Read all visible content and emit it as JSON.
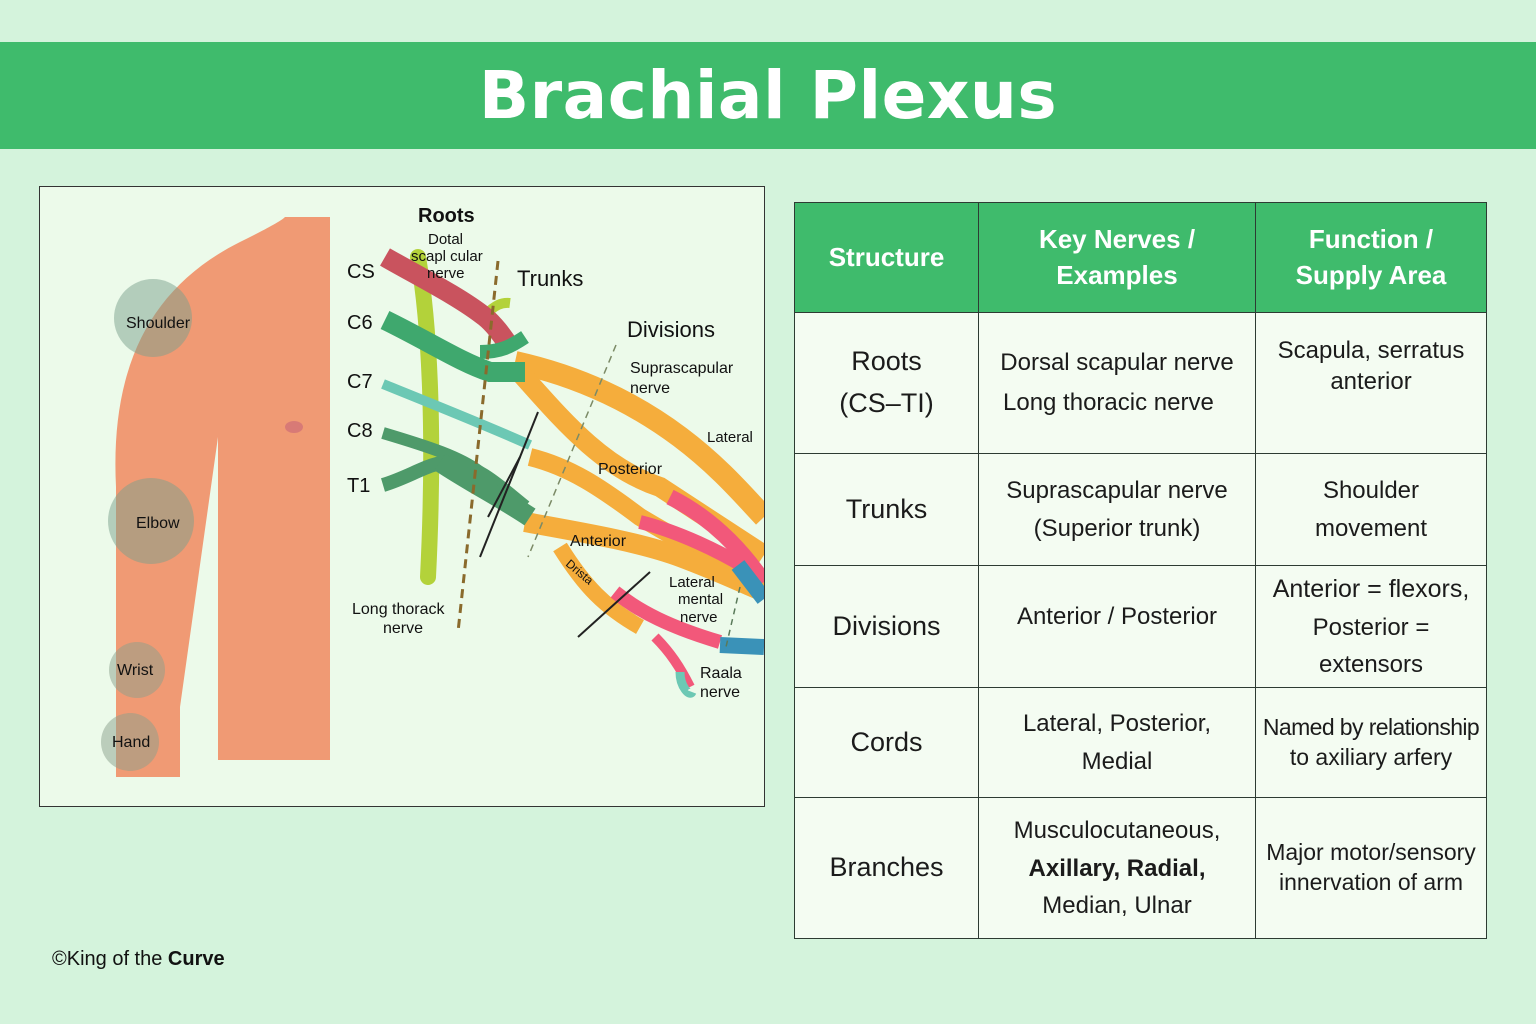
{
  "title": "Brachial Plexus",
  "copyright": {
    "prefix": "©King of the ",
    "brand": "Curve"
  },
  "body_regions": [
    "Shoulder",
    "Elbow",
    "Wrist",
    "Hand"
  ],
  "roots": [
    "CS",
    "C6",
    "C7",
    "C8",
    "T1"
  ],
  "diagram_labels": {
    "roots_heading": "Roots",
    "dorsal_scapular_line1": "Dotal",
    "dorsal_scapular_line2": "scapl cular",
    "dorsal_scapular_line3": "nerve",
    "trunks": "Trunks",
    "divisions": "Divisions",
    "suprascapular_line1": "Suprascapular",
    "suprascapular_line2": "nerve",
    "lateral": "Lateral",
    "posterior": "Posterior",
    "anterior": "Anterior",
    "drista": "Drista",
    "lateral_mental_line1": "Lateral",
    "lateral_mental_line2": "mental",
    "lateral_mental_line3": "nerve",
    "raala_line1": "Raala",
    "raala_line2": "nerve",
    "long_thoracic_line1": "Long thorack",
    "long_thoracic_line2": "nerve"
  },
  "colors": {
    "banner": "#3fbb6c",
    "background": "#d4f3dc",
    "arm": "#f09a74",
    "cs_nerve": "#c9535e",
    "c6_nerve": "#3fa86e",
    "c7_nerve": "#6cc8b4",
    "c8_nerve": "#4e9a6a",
    "trunk_orange": "#f5ad3c",
    "cord_pink": "#f2587a",
    "cord_blue": "#3a92b8",
    "long_thoracic": "#b3d23a"
  },
  "table": {
    "headers": [
      "Structure",
      "Key Nerves / Examples",
      "Function / Supply Area"
    ],
    "rows": [
      {
        "structure_line1": "Roots",
        "structure_line2": "(CS–TI)",
        "nerves_line1": "Dorsal scapular nerve",
        "nerves_line2": "Long thoracic nerve",
        "nerves_line3": "",
        "function_line1": "Scapula, serratus",
        "function_line2": "anterior"
      },
      {
        "structure_line1": "Trunks",
        "structure_line2": "",
        "nerves_line1": "Suprascapular nerve",
        "nerves_line2": "(Superior trunk)",
        "nerves_line3": "",
        "function_line1": "Shoulder movement",
        "function_line2": ""
      },
      {
        "structure_line1": "Divisions",
        "structure_line2": "",
        "nerves_line1": "Anterior / Posterior",
        "nerves_line2": "",
        "nerves_line3": "",
        "function_line1": "Anterior = flexors,",
        "function_line2": "Posterior = extensors"
      },
      {
        "structure_line1": "Cords",
        "structure_line2": "",
        "nerves_line1": "Lateral, Posterior,",
        "nerves_line2": "Medial",
        "nerves_line3": "",
        "function_line1": "Named by relationship",
        "function_line2": "to axiliary arfery"
      },
      {
        "structure_line1": "Branches",
        "structure_line2": "",
        "nerves_line1": "Musculocutaneous,",
        "nerves_line2": "Axillary, Radial,",
        "nerves_line3": "Median, Ulnar",
        "function_line1": "Major motor/sensory",
        "function_line2": "innervation of arm"
      }
    ]
  }
}
